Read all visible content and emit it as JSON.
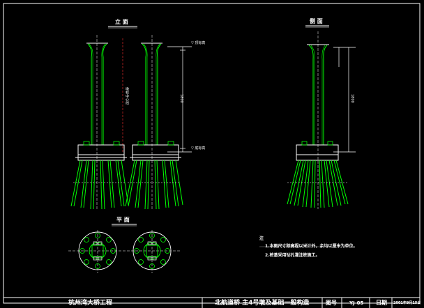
{
  "views": {
    "elevation_title": "立 面",
    "side_title": "侧 面",
    "plan_title": "平 面"
  },
  "dimensions": {
    "top_level_left": "▽ 顶标高",
    "bottom_level_left": "▽ 底标高",
    "vertical_dim_left": "1800",
    "column_center_text": "墩柱中心线",
    "vertical_dim_right": "1800"
  },
  "notes": {
    "heading": "注",
    "line1": "1.本图尺寸除高程以米计外，余均以厘米为单位。",
    "line2": "2.桩基采用钻孔灌注桩施工。"
  },
  "title_block": {
    "project_name": "杭州湾大桥工程",
    "drawing_title": "北航道桥 主4号墩及基础一般构造",
    "sheet_label": "图号",
    "sheet_number": "YJ-05",
    "date_label": "日期",
    "date_value": "2001年9月15日"
  },
  "colors": {
    "background": "#000000",
    "pier_lines": "#00ff00",
    "border": "#ffffff",
    "dimensions": "#ffffff"
  }
}
